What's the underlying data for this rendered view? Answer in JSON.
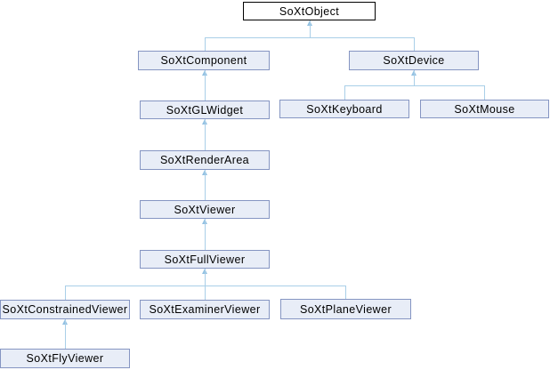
{
  "diagram": {
    "type": "class-inheritance-graph",
    "colors": {
      "background": "#ffffff",
      "node_fill": "#e8edf7",
      "node_border": "#8595c2",
      "root_node_fill": "#ffffff",
      "root_node_border": "#000000",
      "edge_line": "#a9cfe8",
      "edge_arrow": "#93c1e2",
      "text": "#000000"
    },
    "nodes": [
      {
        "id": "soxtobject",
        "label": "SoXtObject",
        "parent": null
      },
      {
        "id": "soxtcomponent",
        "label": "SoXtComponent",
        "parent": "SoXtObject"
      },
      {
        "id": "soxtdevice",
        "label": "SoXtDevice",
        "parent": "SoXtObject"
      },
      {
        "id": "soxtglwidget",
        "label": "SoXtGLWidget",
        "parent": "SoXtComponent"
      },
      {
        "id": "soxtkeyboard",
        "label": "SoXtKeyboard",
        "parent": "SoXtDevice"
      },
      {
        "id": "soxtmouse",
        "label": "SoXtMouse",
        "parent": "SoXtDevice"
      },
      {
        "id": "soxtrenderarea",
        "label": "SoXtRenderArea",
        "parent": "SoXtGLWidget"
      },
      {
        "id": "soxtviewer",
        "label": "SoXtViewer",
        "parent": "SoXtRenderArea"
      },
      {
        "id": "soxtfullviewer",
        "label": "SoXtFullViewer",
        "parent": "SoXtViewer"
      },
      {
        "id": "soxtconstrainedviewer",
        "label": "SoXtConstrainedViewer",
        "parent": "SoXtFullViewer"
      },
      {
        "id": "soxtexaminerviewer",
        "label": "SoXtExaminerViewer",
        "parent": "SoXtFullViewer"
      },
      {
        "id": "soxtplaneviewer",
        "label": "SoXtPlaneViewer",
        "parent": "SoXtFullViewer"
      },
      {
        "id": "soxtflyviewer",
        "label": "SoXtFlyViewer",
        "parent": "SoXtConstrainedViewer"
      }
    ]
  }
}
